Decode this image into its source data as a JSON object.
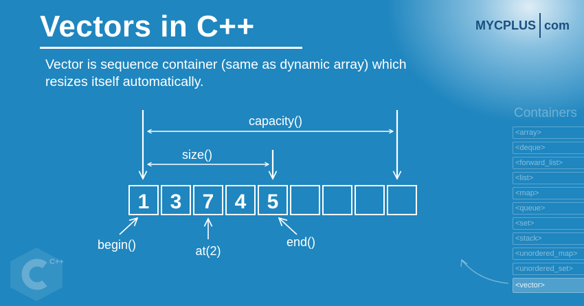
{
  "header": {
    "title": "Vectors in C++",
    "subtitle": "Vector is sequence container (same as dynamic array) which resizes itself automatically."
  },
  "logo": {
    "brand": "MYCPLUS",
    "domain": "com"
  },
  "diagram": {
    "cells": [
      "1",
      "3",
      "7",
      "4",
      "5",
      "",
      "",
      "",
      ""
    ],
    "labels": {
      "capacity": "capacity()",
      "size": "size()",
      "begin": "begin()",
      "at": "at(2)",
      "end": "end()"
    }
  },
  "sidebar": {
    "title": "Containers",
    "items": [
      {
        "label": "<array>",
        "active": false
      },
      {
        "label": "<deque>",
        "active": false
      },
      {
        "label": "<forward_list>",
        "active": false
      },
      {
        "label": "<list>",
        "active": false
      },
      {
        "label": "<map>",
        "active": false
      },
      {
        "label": "<queue>",
        "active": false
      },
      {
        "label": "<set>",
        "active": false
      },
      {
        "label": "<stack>",
        "active": false
      },
      {
        "label": "<unordered_map>",
        "active": false
      },
      {
        "label": "<unordered_set>",
        "active": false
      },
      {
        "label": "<vector>",
        "active": true
      }
    ]
  },
  "watermark": {
    "icon": "cpp-logo-icon",
    "text": "C++"
  },
  "colors": {
    "background": "#1f86bf",
    "foreground": "#ffffff",
    "logo": "#1a4f7e"
  }
}
